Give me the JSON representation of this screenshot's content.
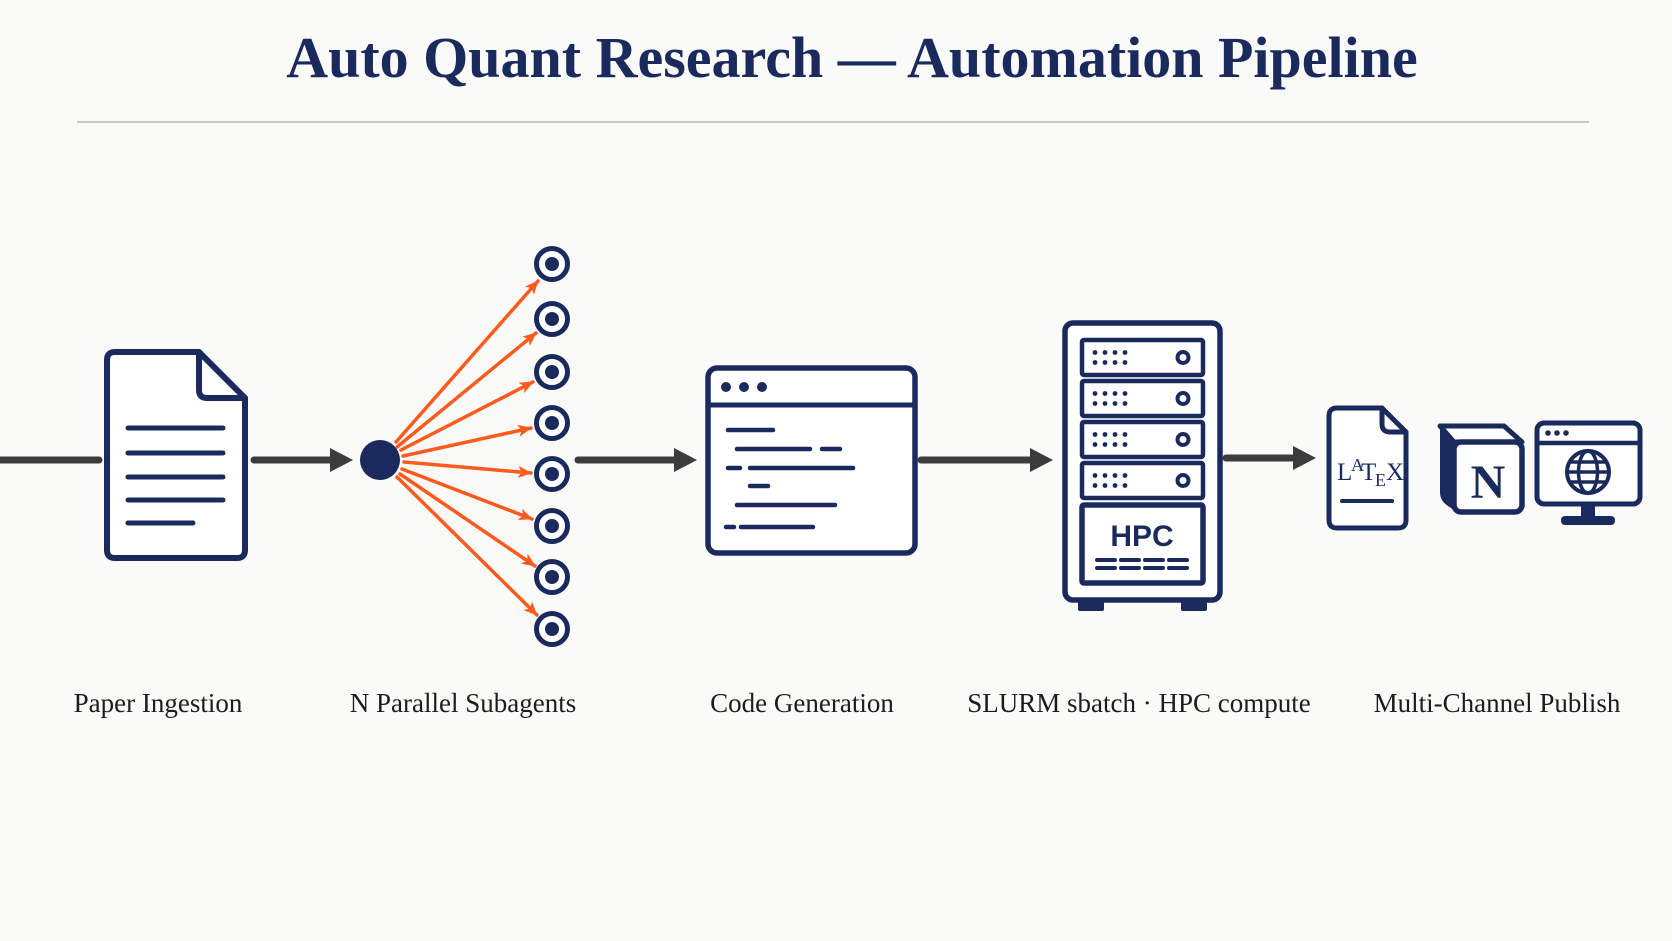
{
  "header": {
    "title": "Auto Quant Research — Automation Pipeline"
  },
  "stages": [
    {
      "label": "Paper Ingestion",
      "icon": "paper-document-icon"
    },
    {
      "label": "N Parallel Subagents",
      "icon": "fan-out-hub-icon"
    },
    {
      "label": "Code Generation",
      "icon": "code-window-icon"
    },
    {
      "label": "SLURM sbatch · HPC compute",
      "icon": "server-rack-icon"
    },
    {
      "label": "Multi-Channel Publish",
      "icon": "publish-channels-icons"
    }
  ],
  "subagents": {
    "count": 8
  },
  "rack": {
    "hpc_label": "HPC"
  },
  "publish": {
    "latex_letters": [
      "L",
      "A",
      "T",
      "E",
      "X"
    ],
    "notion_letter": "N"
  },
  "colors": {
    "navy": "#1b2a5c",
    "orange": "#fd5a1e",
    "arrow": "#3c3c3c",
    "ink": "#1c1c1c",
    "bg": "#fafaf8",
    "divider": "#c8c8c6"
  }
}
